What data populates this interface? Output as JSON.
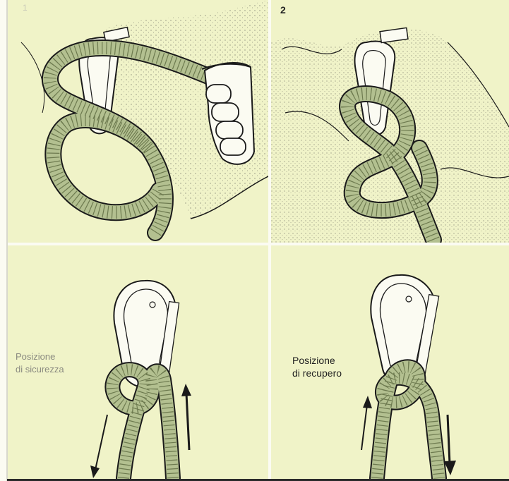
{
  "panels": [
    {
      "number": "1"
    },
    {
      "number": "2"
    },
    {
      "caption": "Posizione\ndi sicurezza"
    },
    {
      "caption": "Posizione\ndi recupero"
    }
  ],
  "colors": {
    "panel_background": "#f0f3c8",
    "rope": "#b3c090",
    "outline": "#1a1a1a",
    "rock_stipple": "#3a3a3a"
  },
  "icons": [
    "rope-icon",
    "carabiner-icon",
    "hand-icon",
    "arrow-up-icon",
    "arrow-down-icon"
  ]
}
